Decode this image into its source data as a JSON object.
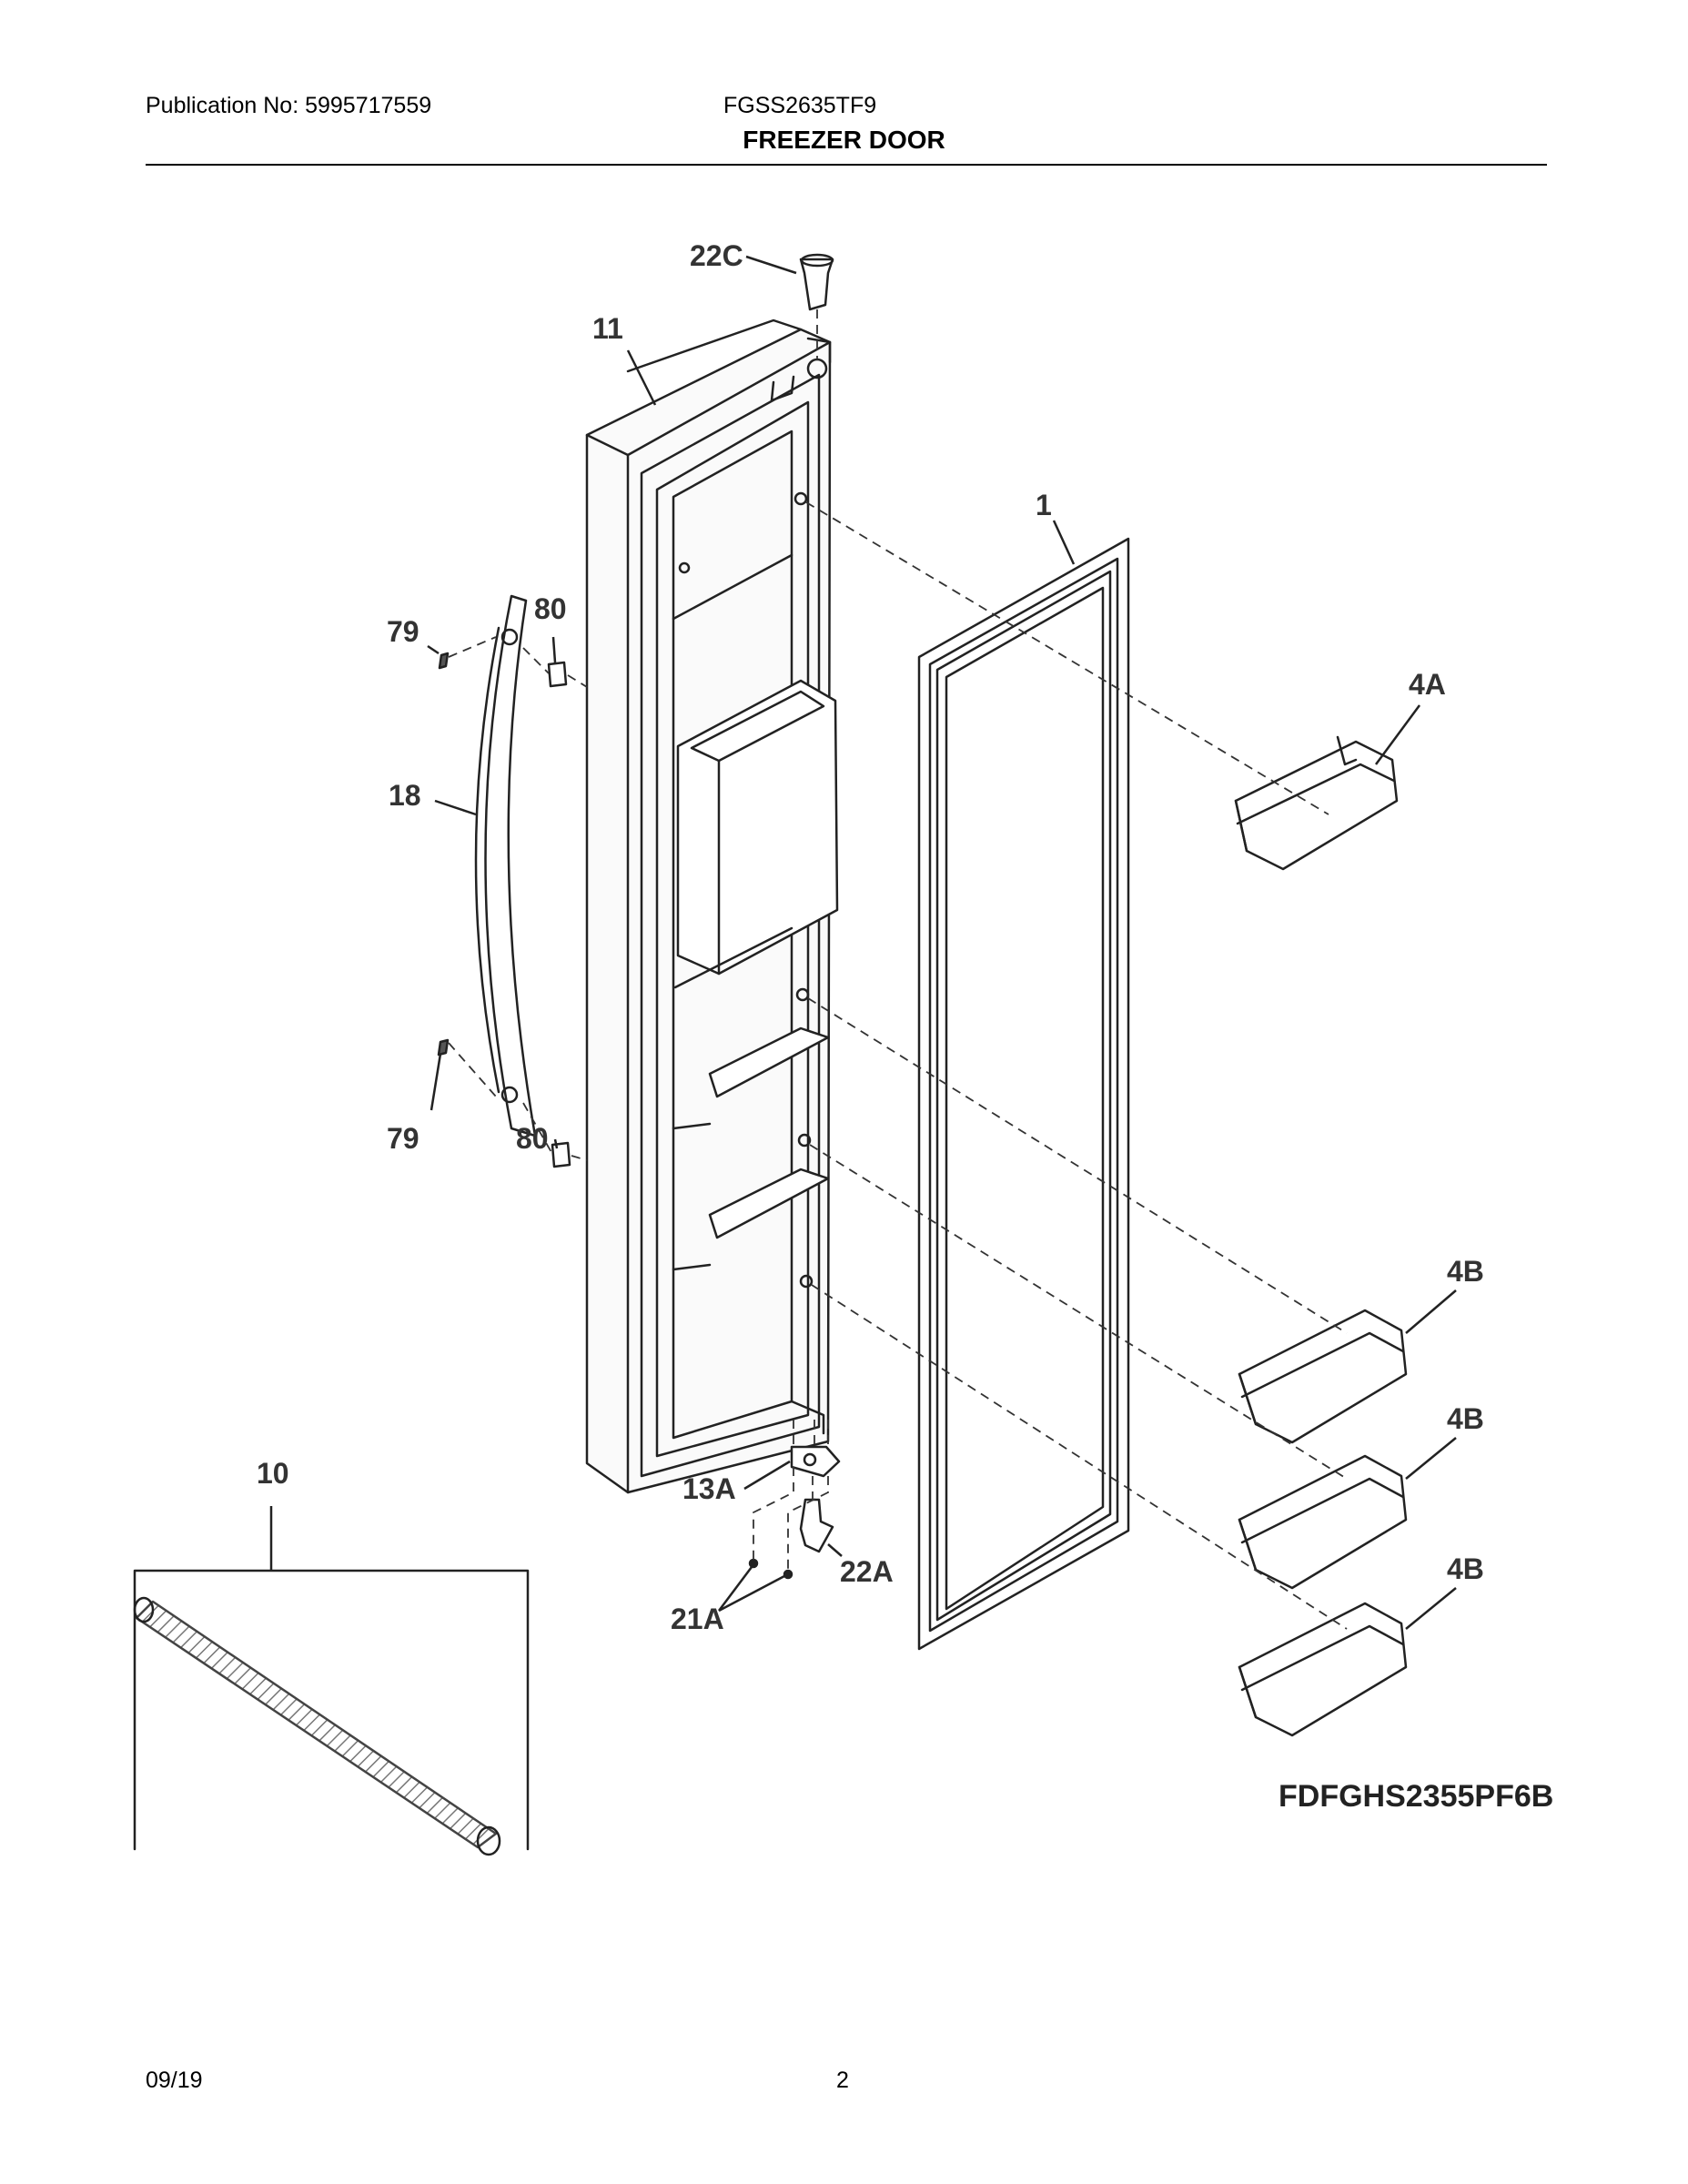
{
  "header": {
    "publication": "Publication No: 5995717559",
    "model": "FGSS2635TF9",
    "section_title": "FREEZER DOOR"
  },
  "parts": {
    "p22C": "22C",
    "p11": "11",
    "p1": "1",
    "p79a": "79",
    "p80a": "80",
    "p18": "18",
    "p4A": "4A",
    "p79b": "79",
    "p80b": "80",
    "p4B_1": "4B",
    "p4B_2": "4B",
    "p4B_3": "4B",
    "p10": "10",
    "p13A": "13A",
    "p22A": "22A",
    "p21A": "21A"
  },
  "figure_code": "FDFGHS2355PF6B",
  "footer": {
    "date": "09/19",
    "page": "2"
  }
}
